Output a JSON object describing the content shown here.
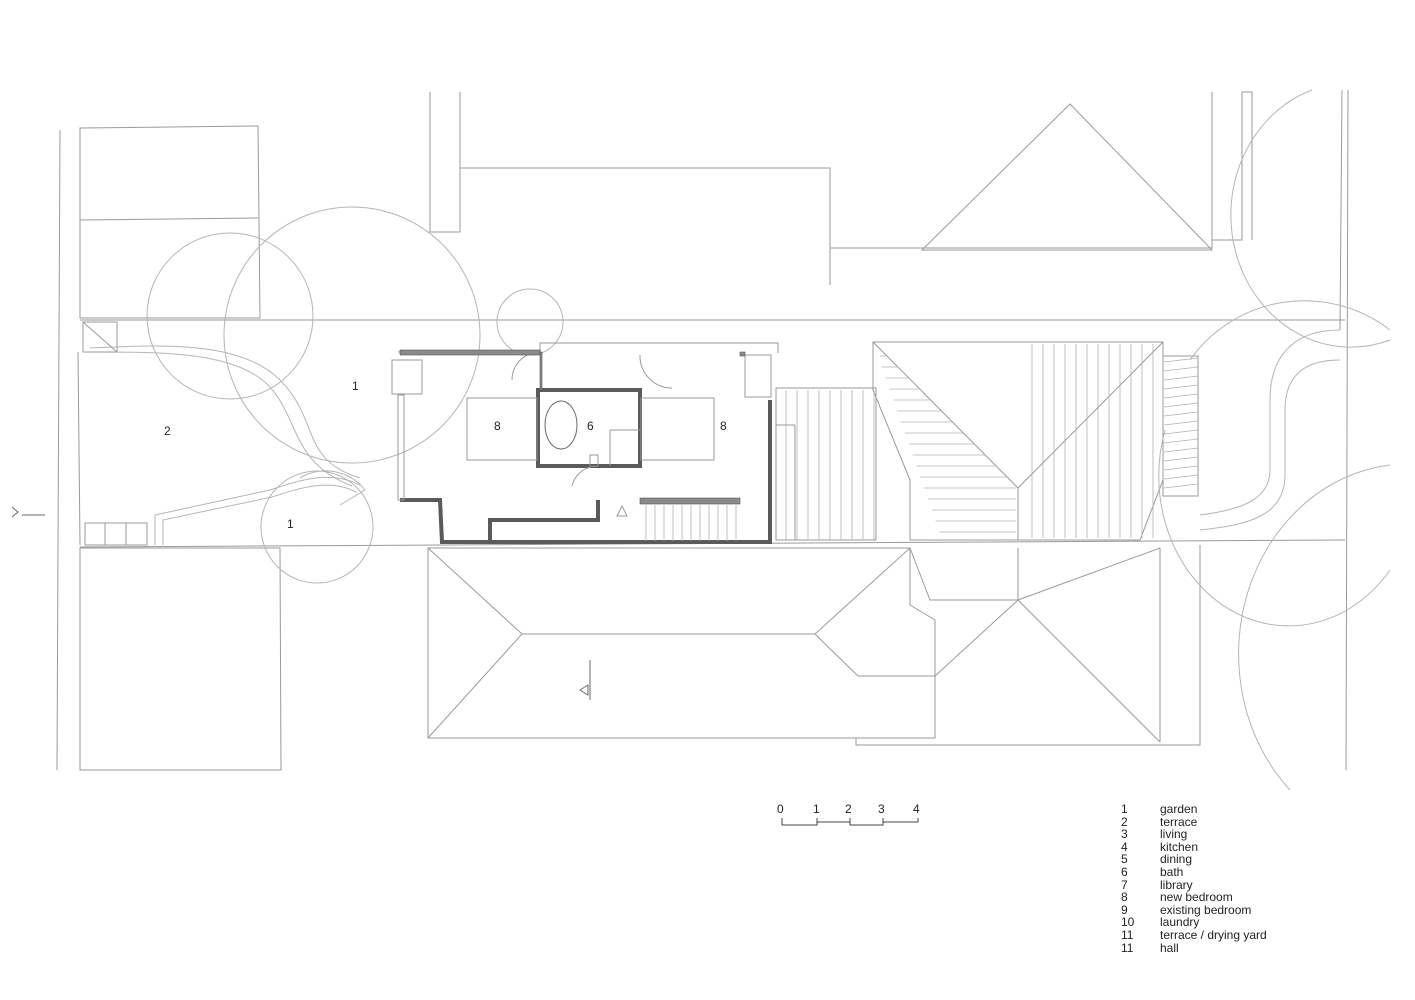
{
  "plan": {
    "room_labels": [
      {
        "id": "garden-upper",
        "text": "1"
      },
      {
        "id": "garden-lower",
        "text": "1"
      },
      {
        "id": "terrace",
        "text": "2"
      },
      {
        "id": "bedroom-left",
        "text": "8"
      },
      {
        "id": "bath",
        "text": "6"
      },
      {
        "id": "bedroom-right",
        "text": "8"
      }
    ]
  },
  "scale_bar": {
    "ticks": [
      "0",
      "1",
      "2",
      "3",
      "4"
    ]
  },
  "legend": {
    "items": [
      {
        "num": "1",
        "label": "garden"
      },
      {
        "num": "2",
        "label": "terrace"
      },
      {
        "num": "3",
        "label": "living"
      },
      {
        "num": "4",
        "label": "kitchen"
      },
      {
        "num": "5",
        "label": "dining"
      },
      {
        "num": "6",
        "label": "bath"
      },
      {
        "num": "7",
        "label": "library"
      },
      {
        "num": "8",
        "label": "new bedroom"
      },
      {
        "num": "9",
        "label": "existing bedroom"
      },
      {
        "num": "10",
        "label": "laundry"
      },
      {
        "num": "11",
        "label": "terrace / drying yard"
      },
      {
        "num": "11",
        "label": "hall"
      }
    ]
  }
}
